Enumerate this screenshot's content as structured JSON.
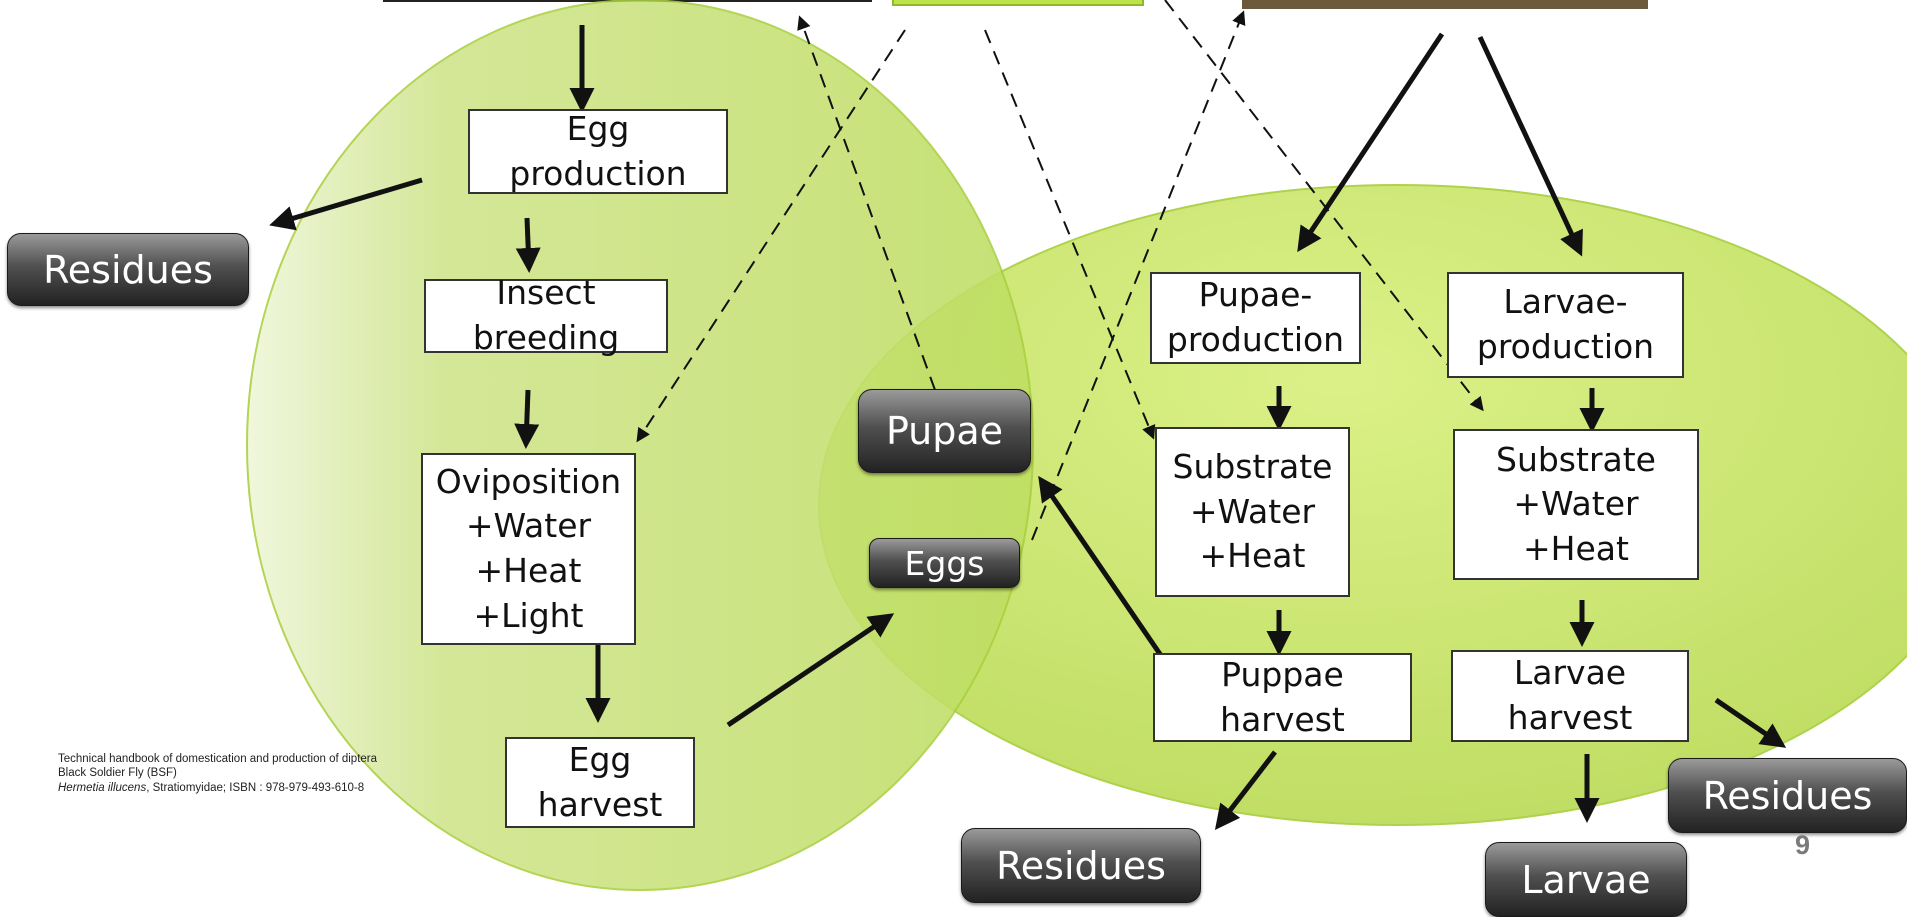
{
  "colors": {
    "circle_fill": "#c8e46e",
    "circle_fill_light": "#e6f4b0",
    "circle_edge": "#a9cf3e",
    "top_green_box": "#bde34a",
    "residue_pill": "#444444"
  },
  "boxes": {
    "egg_production": "Egg\nproduction",
    "insect_breeding": "Insect\nbreeding",
    "oviposition": "Oviposition\n+Water\n+Heat\n+Light",
    "egg_harvest": "Egg\nharvest",
    "pupae_production": "Pupae-\nproduction",
    "larvae_production": "Larvae-\nproduction",
    "substrate_pupae": "Substrate\n+Water\n+Heat",
    "substrate_larvae": "Substrate\n+Water\n+Heat",
    "puppae_harvest": "Puppae\nharvest",
    "larvae_harvest": "Larvae\nharvest"
  },
  "pills": {
    "residues_left": "Residues",
    "pupae": "Pupae",
    "eggs": "Eggs",
    "residues_bottom": "Residues",
    "larvae": "Larvae",
    "residues_right": "Residues"
  },
  "citation": {
    "line1": "Technical handbook of domestication and production of diptera Black Soldier Fly (BSF)",
    "species": "Hermetia illucens",
    "line2": ", Stratiomyidae; ISBN : 978-979-493-610-8"
  },
  "page_number": "9"
}
